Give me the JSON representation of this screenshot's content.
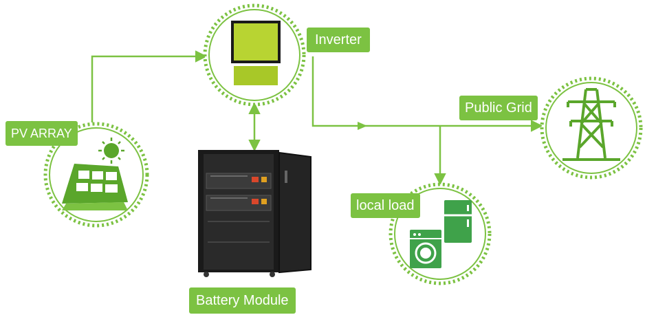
{
  "labels": {
    "pv_array": "PV ARRAY",
    "inverter": "Inverter",
    "public_grid": "Public Grid",
    "local_load": "local load",
    "battery_module": "Battery Module"
  },
  "colors": {
    "accent": "#7cc242",
    "accent_dark": "#5aa62b",
    "cabinet": "#1a1a1a",
    "inverter_face": "#b8d432"
  },
  "icons": [
    "solar-panel-icon",
    "sun-icon",
    "inverter-icon",
    "transmission-tower-icon",
    "refrigerator-icon",
    "washing-machine-icon",
    "battery-cabinet-icon"
  ]
}
